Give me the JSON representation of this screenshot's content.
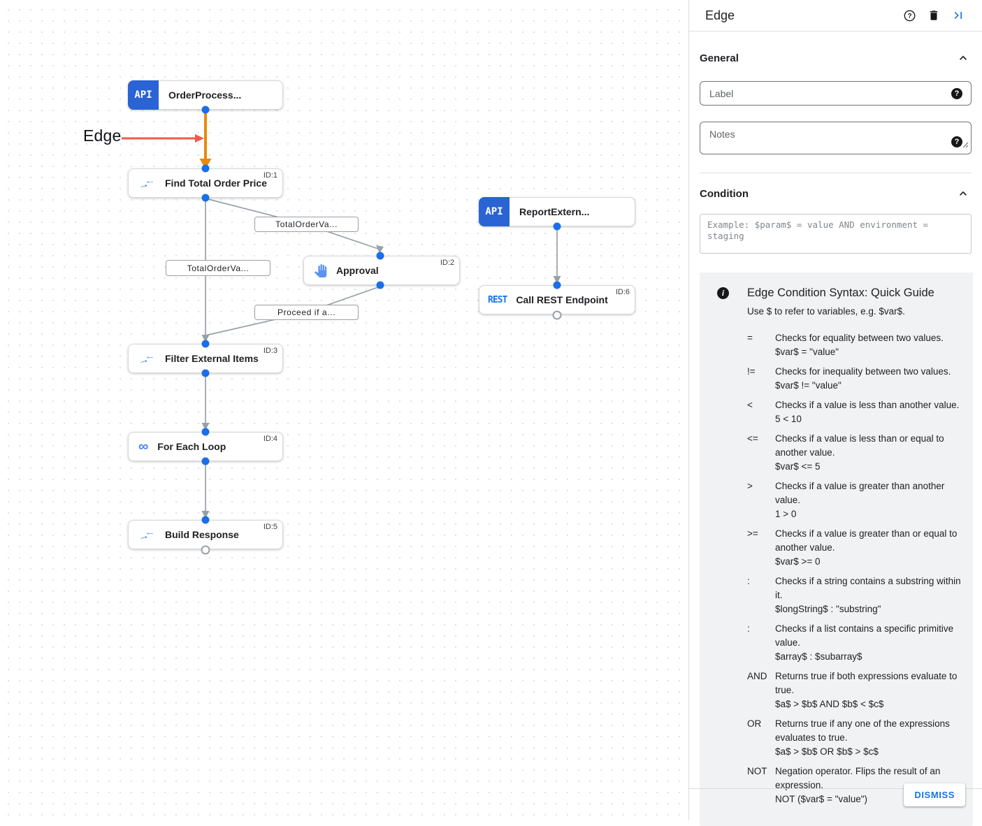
{
  "colors": {
    "accent": "#1a73e8",
    "selected_edge_orange": "#e8890c",
    "annotation_red": "#f2594b",
    "edge_gray": "#9aa0a6"
  },
  "canvas": {
    "annotation_label": "Edge",
    "nodes": {
      "order": {
        "badge": "API",
        "title": "OrderProcess..."
      },
      "find": {
        "title": "Find Total Order Price",
        "id": "ID:1"
      },
      "approval": {
        "title": "Approval",
        "id": "ID:2"
      },
      "report": {
        "badge": "API",
        "title": "ReportExtern..."
      },
      "rest": {
        "badge": "REST",
        "title": "Call REST Endpoint",
        "id": "ID:6"
      },
      "filter": {
        "title": "Filter External Items",
        "id": "ID:3"
      },
      "foreach": {
        "title": "For Each Loop",
        "id": "ID:4"
      },
      "build": {
        "title": "Build Response",
        "id": "ID:5"
      }
    },
    "edge_labels": {
      "branch_to_approval": "TotalOrderVa...",
      "main_down": "TotalOrderVa...",
      "from_approval": "Proceed if a..."
    }
  },
  "panel": {
    "title": "Edge",
    "sections": {
      "general": "General",
      "condition": "Condition"
    },
    "fields": {
      "label_placeholder": "Label",
      "notes_placeholder": "Notes",
      "condition_placeholder": "Example: $param$ = value AND environment = staging"
    },
    "guide": {
      "title": "Edge Condition Syntax: Quick Guide",
      "subtitle": "Use $ to refer to variables, e.g. $var$.",
      "rows": [
        {
          "op": "=",
          "desc": "Checks for equality between two values.",
          "example": "$var$ = \"value\""
        },
        {
          "op": "!=",
          "desc": "Checks for inequality between two values.",
          "example": "$var$ != \"value\""
        },
        {
          "op": "<",
          "desc": "Checks if a value is less than another value.",
          "example": "5 < 10"
        },
        {
          "op": "<=",
          "desc": "Checks if a value is less than or equal to another value.",
          "example": "$var$ <= 5"
        },
        {
          "op": ">",
          "desc": "Checks if a value is greater than another value.",
          "example": "1 > 0"
        },
        {
          "op": ">=",
          "desc": "Checks if a value is greater than or equal to another value.",
          "example": "$var$ >= 0"
        },
        {
          "op": ":",
          "desc": "Checks if a string contains a substring within it.",
          "example": "$longString$ : \"substring\""
        },
        {
          "op": ":",
          "desc": "Checks if a list contains a specific primitive value.",
          "example": "$array$ : $subarray$"
        },
        {
          "op": "AND",
          "desc": "Returns true if both expressions evaluate to true.",
          "example": "$a$ > $b$ AND $b$ < $c$"
        },
        {
          "op": "OR",
          "desc": "Returns true if any one of the expressions evaluates to true.",
          "example": "$a$ > $b$ OR $b$ > $c$"
        },
        {
          "op": "NOT",
          "desc": "Negation operator. Flips the result of an expression.",
          "example": "NOT ($var$ = \"value\")"
        }
      ]
    },
    "dismiss_label": "DISMISS"
  }
}
